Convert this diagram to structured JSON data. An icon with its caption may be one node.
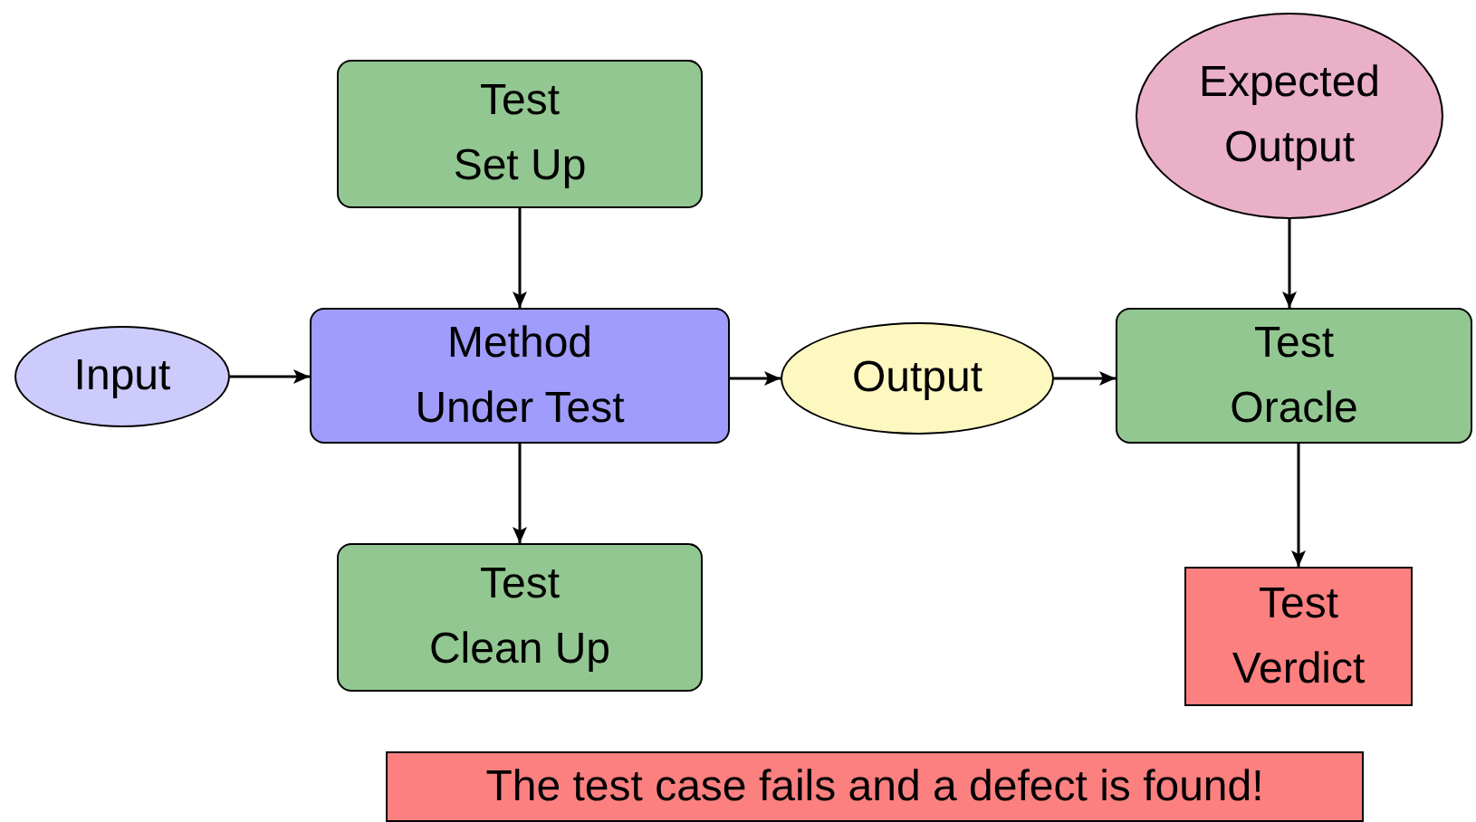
{
  "diagram": {
    "nodes": [
      {
        "text": [
          "Test Set Up"
        ]
      },
      {
        "text": [
          "Expected Output"
        ]
      },
      {
        "text": [
          "Input"
        ]
      },
      {
        "text": [
          "Method Under Test"
        ]
      },
      {
        "text": [
          "Output"
        ]
      },
      {
        "text": [
          "Test Oracle"
        ]
      },
      {
        "text": [
          "Test Clean Up"
        ]
      },
      {
        "text": [
          "Test Verdict"
        ]
      },
      {
        "text": [
          "The test case fails and a defect is found!"
        ]
      }
    ],
    "edges": [
      {
        "from": 0,
        "to": 3,
        "arrow": "to"
      },
      {
        "from": 1,
        "to": 5,
        "arrow": "to"
      },
      {
        "from": 2,
        "to": 3,
        "arrow": "to"
      },
      {
        "from": 3,
        "to": 4,
        "arrow": "to"
      },
      {
        "from": 4,
        "to": 5,
        "arrow": "to"
      },
      {
        "from": 3,
        "to": 6,
        "arrow": "to"
      },
      {
        "from": 5,
        "to": 7,
        "arrow": "to"
      }
    ]
  }
}
